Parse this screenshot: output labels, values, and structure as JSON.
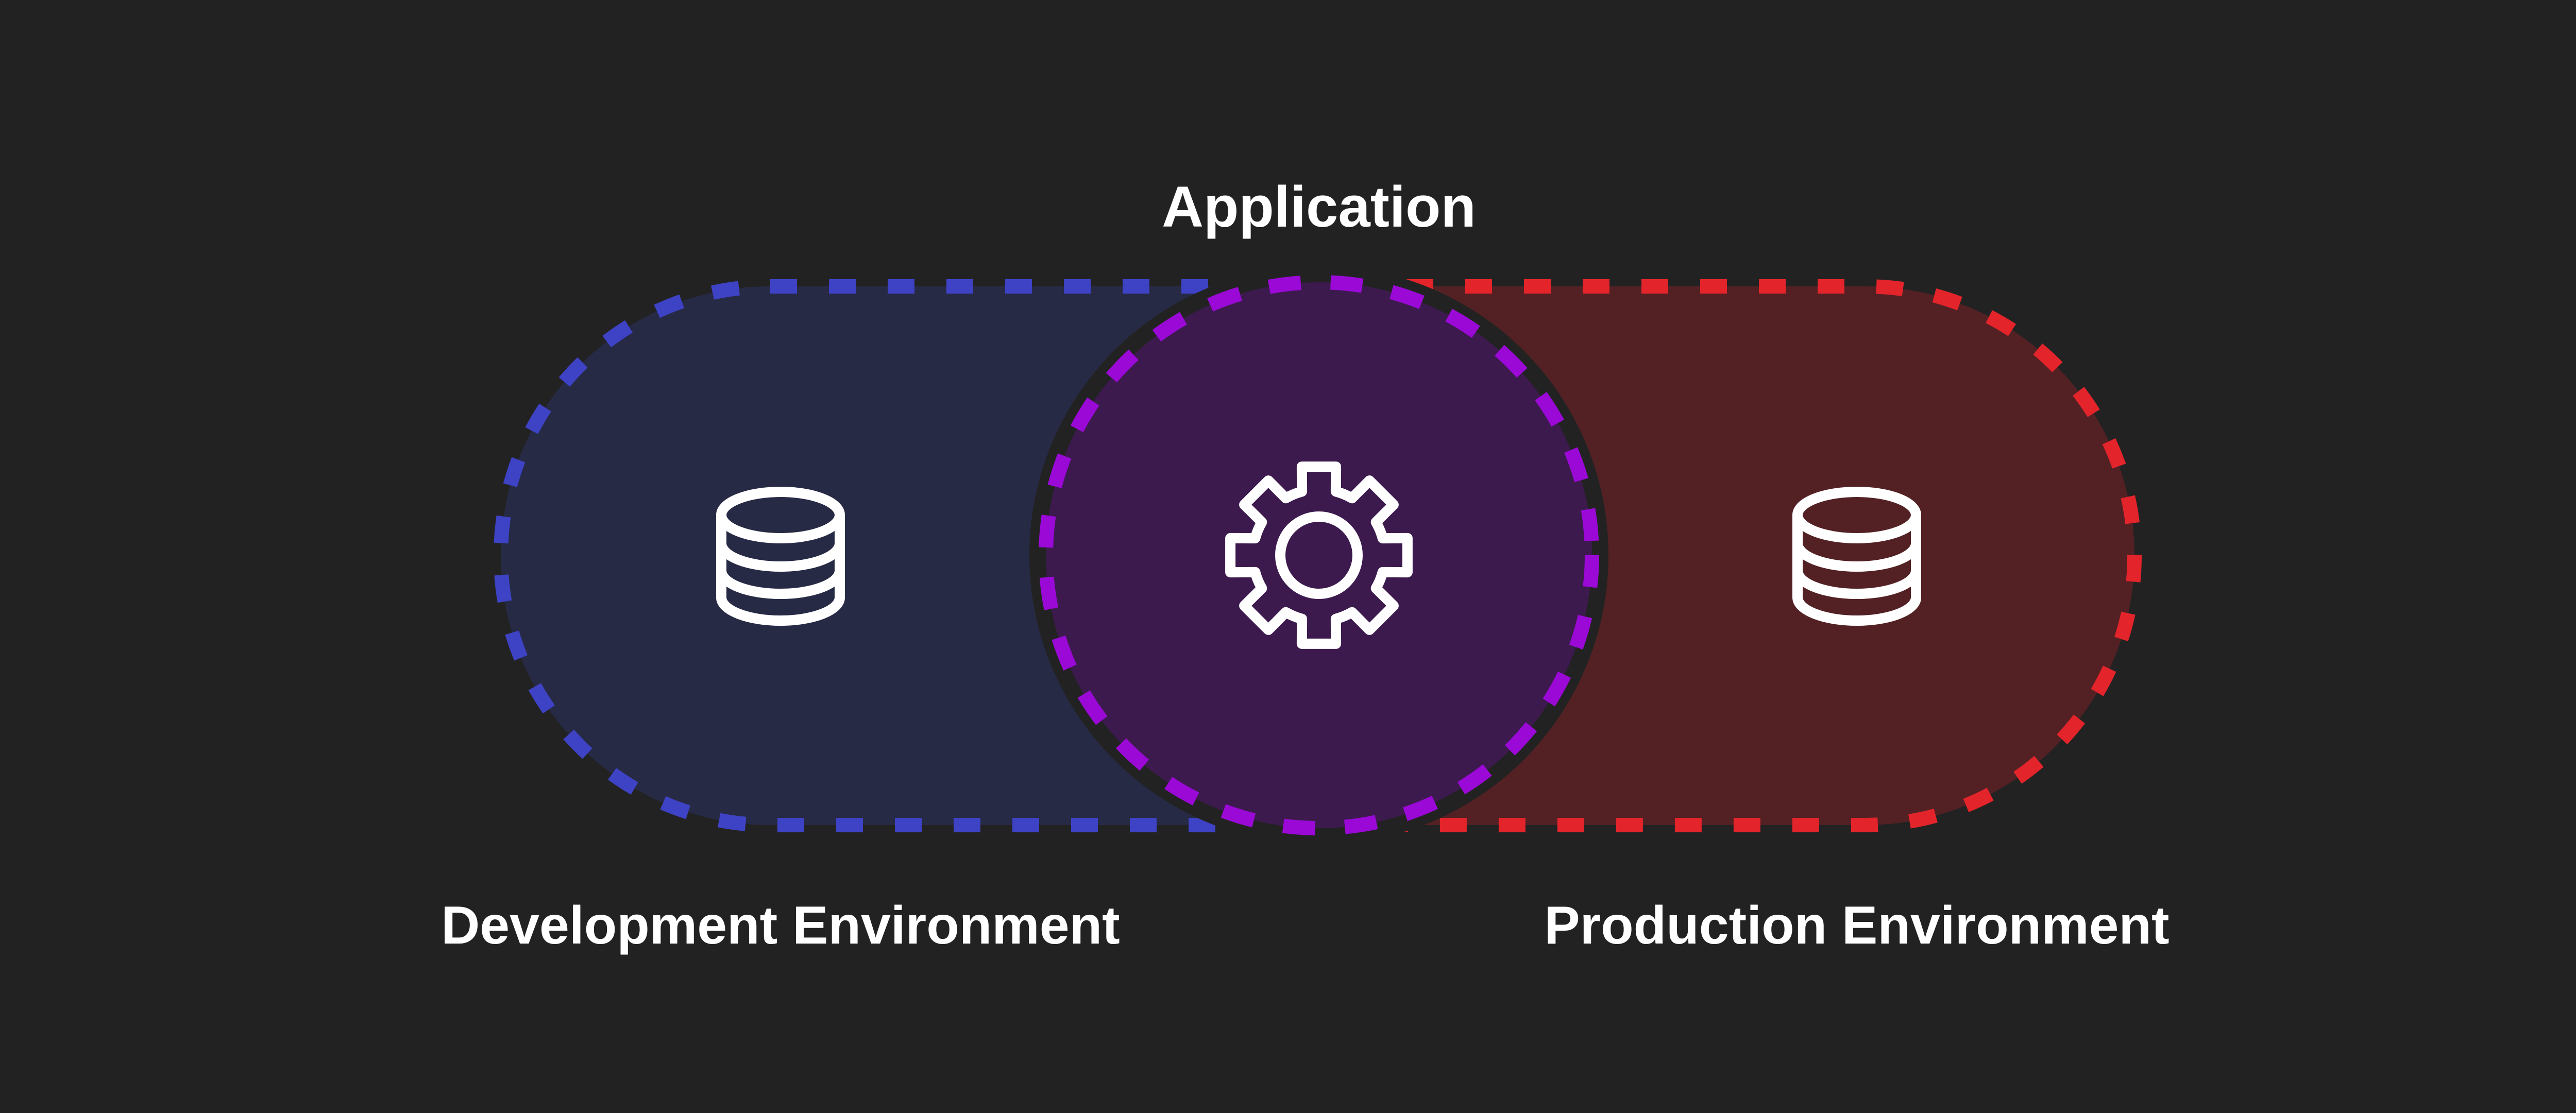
{
  "diagram": {
    "title": "Application",
    "left_environment": {
      "label": "Development Environment",
      "icon": "database-icon",
      "color": "#3e42c4",
      "fill": "#272a45"
    },
    "center": {
      "icon": "gear-icon",
      "color": "#9a09d6",
      "fill": "#3c1a4e"
    },
    "right_environment": {
      "label": "Production Environment",
      "icon": "database-icon",
      "color": "#e3242b",
      "fill": "#532124"
    },
    "background_color": "#222222",
    "icon_color": "#ffffff"
  }
}
